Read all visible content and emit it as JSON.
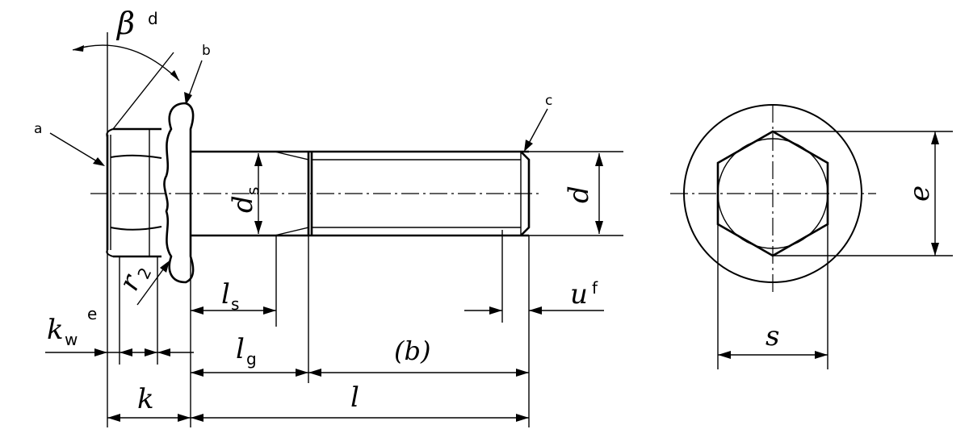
{
  "callouts": {
    "a": "a",
    "b": "b",
    "c": "c"
  },
  "labels": {
    "beta": "β",
    "beta_sup": "d",
    "ds": "d",
    "ds_sub": "s",
    "d": "d",
    "r2": "r",
    "r2_sub": "2",
    "ls": "l",
    "ls_sub": "s",
    "lg": "l",
    "lg_sub": "g",
    "b": "(b)",
    "u": "u",
    "u_sup": "f",
    "kw": "k",
    "kw_sub": "w",
    "kw_sup": "e",
    "k": "k",
    "l": "l",
    "e": "e",
    "s": "s"
  }
}
